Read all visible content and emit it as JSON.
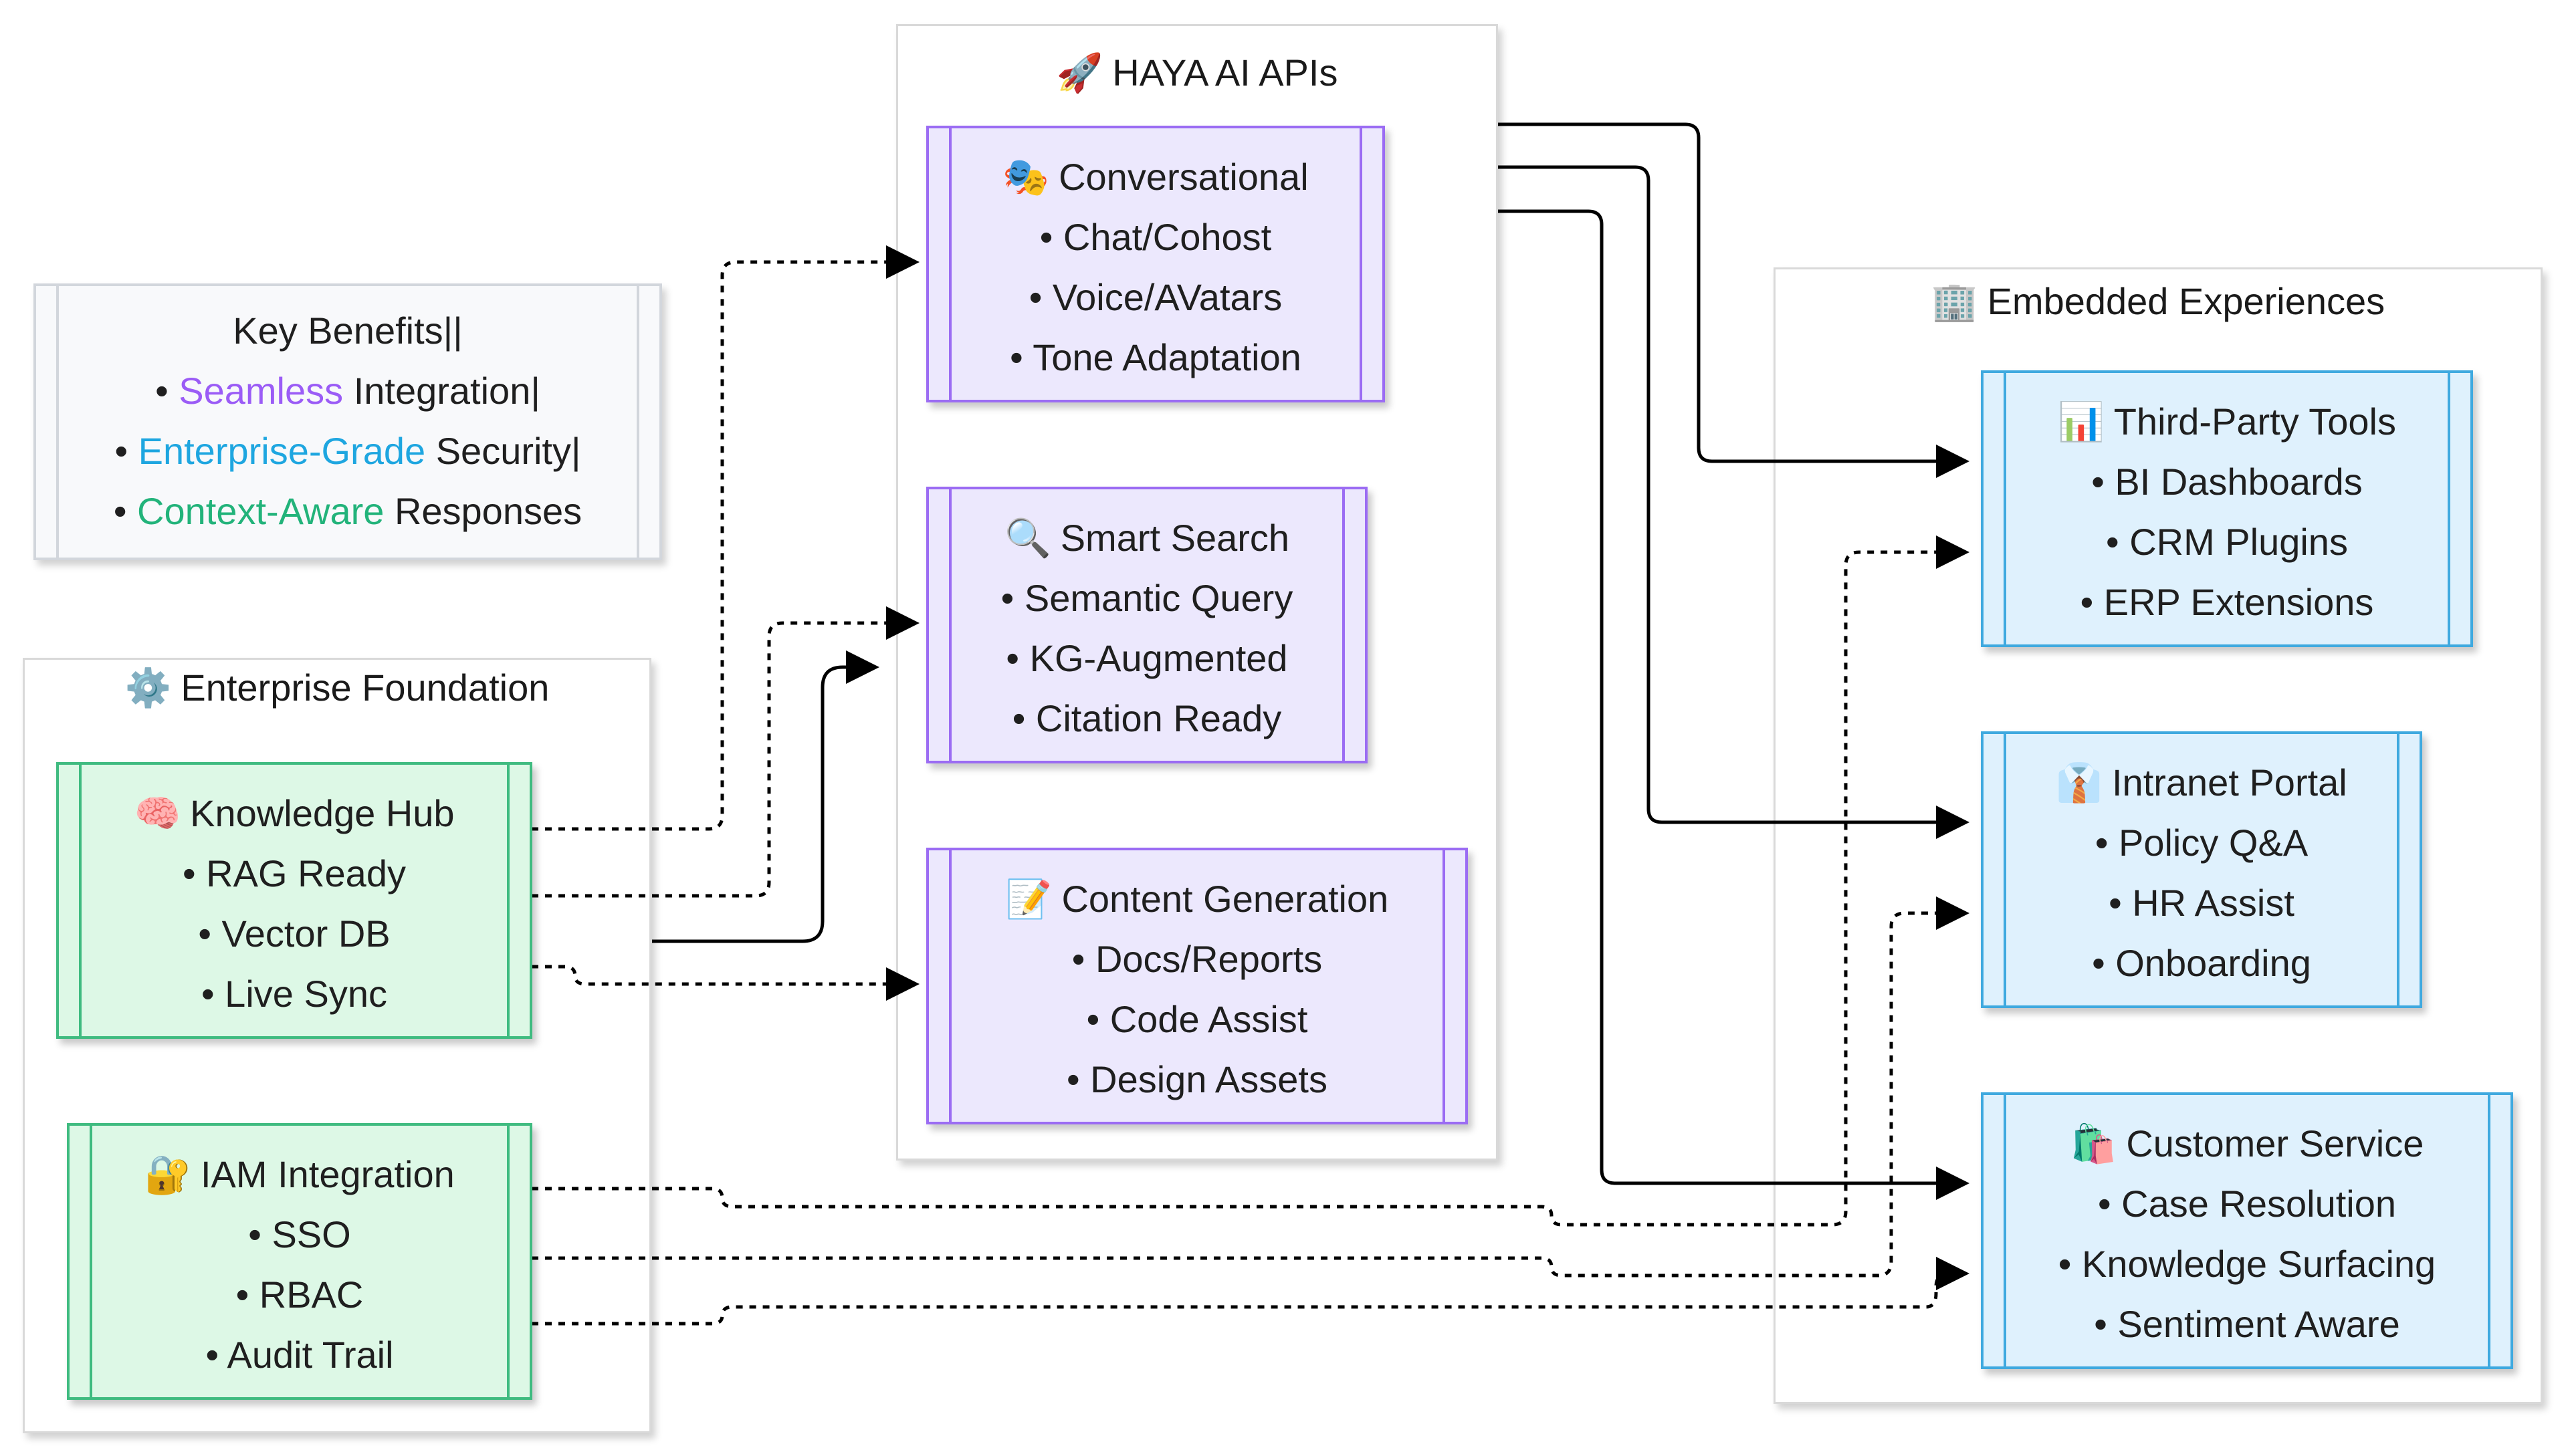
{
  "clusters": {
    "haya": {
      "icon": "🚀",
      "icon_name": "rocket-icon",
      "title": "HAYA AI APIs"
    },
    "embedded": {
      "icon": "🏢",
      "icon_name": "office-building-icon",
      "title": "Embedded Experiences"
    },
    "foundation": {
      "icon": "⚙️",
      "icon_name": "gear-icon",
      "title": "Enterprise Foundation"
    }
  },
  "benefits": {
    "title": "Key Benefits||",
    "items": [
      {
        "highlight": "Seamless",
        "rest": " Integration|",
        "color": "#9b5cf6"
      },
      {
        "highlight": "Enterprise-Grade",
        "rest": " Security|",
        "color": "#1ea6e0"
      },
      {
        "highlight": "Context-Aware",
        "rest": " Responses",
        "color": "#22b37a"
      }
    ]
  },
  "nodes": {
    "conversational": {
      "icon": "🎭",
      "icon_name": "theater-masks-icon",
      "title": "Conversational",
      "items": [
        "• Chat/Cohost",
        "• Voice/AVatars",
        "• Tone Adaptation"
      ]
    },
    "smart_search": {
      "icon": "🔍",
      "icon_name": "magnifier-icon",
      "title": "Smart Search",
      "items": [
        "• Semantic Query",
        "• KG-Augmented",
        "• Citation Ready"
      ]
    },
    "content_generation": {
      "icon": "📝",
      "icon_name": "memo-icon",
      "title": "Content Generation",
      "items": [
        "• Docs/Reports",
        "• Code Assist",
        "• Design Assets"
      ]
    },
    "knowledge_hub": {
      "icon": "🧠",
      "icon_name": "brain-icon",
      "title": "Knowledge Hub",
      "items": [
        "• RAG Ready",
        "• Vector DB",
        "• Live Sync"
      ]
    },
    "iam": {
      "icon": "🔐",
      "icon_name": "lock-key-icon",
      "title": "IAM Integration",
      "items": [
        "• SSO",
        "• RBAC",
        "• Audit Trail"
      ]
    },
    "third_party": {
      "icon": "📊",
      "icon_name": "bar-chart-icon",
      "title": "Third-Party Tools",
      "items": [
        "• BI Dashboards",
        "• CRM Plugins",
        "• ERP Extensions"
      ]
    },
    "intranet": {
      "icon": "👔",
      "icon_name": "necktie-icon",
      "title": "Intranet Portal",
      "items": [
        "• Policy Q&A",
        "• HR Assist",
        "• Onboarding"
      ]
    },
    "customer_service": {
      "icon": "🛍️",
      "icon_name": "shopping-bags-icon",
      "title": "Customer Service",
      "items": [
        "• Case Resolution",
        "• Knowledge Surfacing",
        "• Sentiment Aware"
      ]
    }
  },
  "colors": {
    "api": "#9b6cf3",
    "foundation": "#3fbb80",
    "embedded": "#3fa9df",
    "edge": "#000000"
  }
}
